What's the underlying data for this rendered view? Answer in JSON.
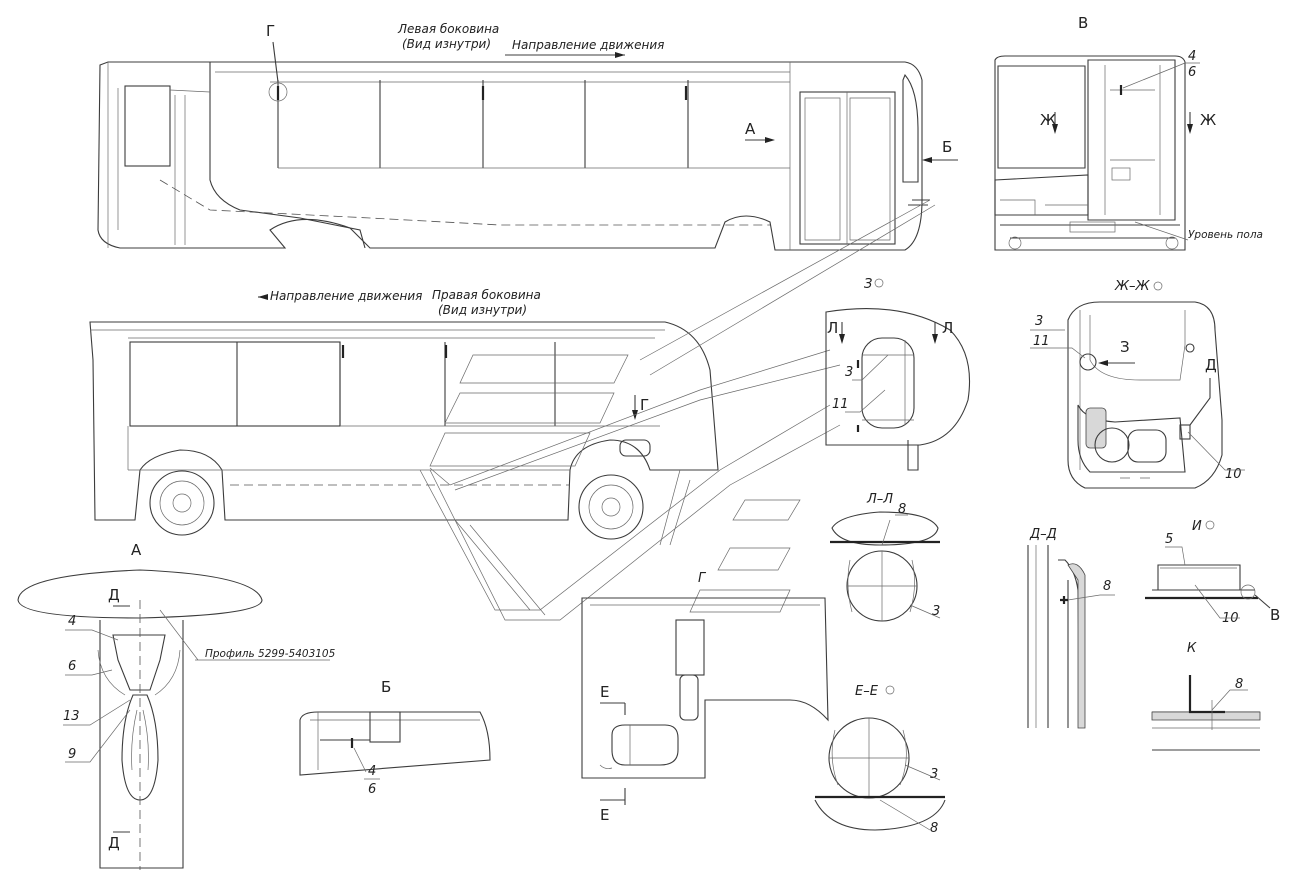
{
  "views": {
    "left_side": {
      "title": "Левая боковина",
      "subtitle": "(Вид изнутри)",
      "direction": "Направление движения",
      "marker_g": "Г",
      "marker_a": "А",
      "marker_b": "Б"
    },
    "right_side": {
      "title": "Правая боковина",
      "subtitle": "(Вид изнутри)",
      "direction": "Направление движения",
      "marker_g": "Г"
    },
    "front": {
      "title": "В",
      "num_4": "4",
      "num_6": "6",
      "marker_zh_left": "Ж",
      "marker_zh_right": "Ж",
      "floor_level": "Уровень пола"
    },
    "section_zh": {
      "title": "Ж–Ж",
      "num_3": "3",
      "num_11": "11",
      "marker_z": "З",
      "marker_d": "Д",
      "num_10": "10"
    },
    "view_z": {
      "title": "З",
      "marker_l_left": "Л",
      "marker_l_right": "Л",
      "num_3": "3",
      "num_11": "11"
    },
    "section_l": {
      "title": "Л–Л",
      "num_8": "8",
      "num_3": "3"
    },
    "section_d": {
      "title": "Д–Д",
      "num_8": "8"
    },
    "view_i": {
      "title": "И",
      "num_5": "5",
      "num_10": "10",
      "marker_v": "В"
    },
    "view_k": {
      "title": "К",
      "num_8": "8"
    },
    "view_a": {
      "title": "А",
      "marker_d_top": "Д",
      "marker_d_bottom": "Д",
      "num_4": "4",
      "num_6": "6",
      "num_13": "13",
      "num_9": "9",
      "profile": "Профиль 5299-5403105"
    },
    "view_b": {
      "title": "Б",
      "num_4": "4",
      "num_6": "6"
    },
    "view_g": {
      "title": "Г",
      "marker_e_top": "Е",
      "marker_e_bottom": "Е"
    },
    "section_e": {
      "title": "Е–Е",
      "num_3": "3",
      "num_8": "8"
    }
  },
  "colors": {
    "line": "#3c3c3c",
    "background": "#ffffff"
  }
}
